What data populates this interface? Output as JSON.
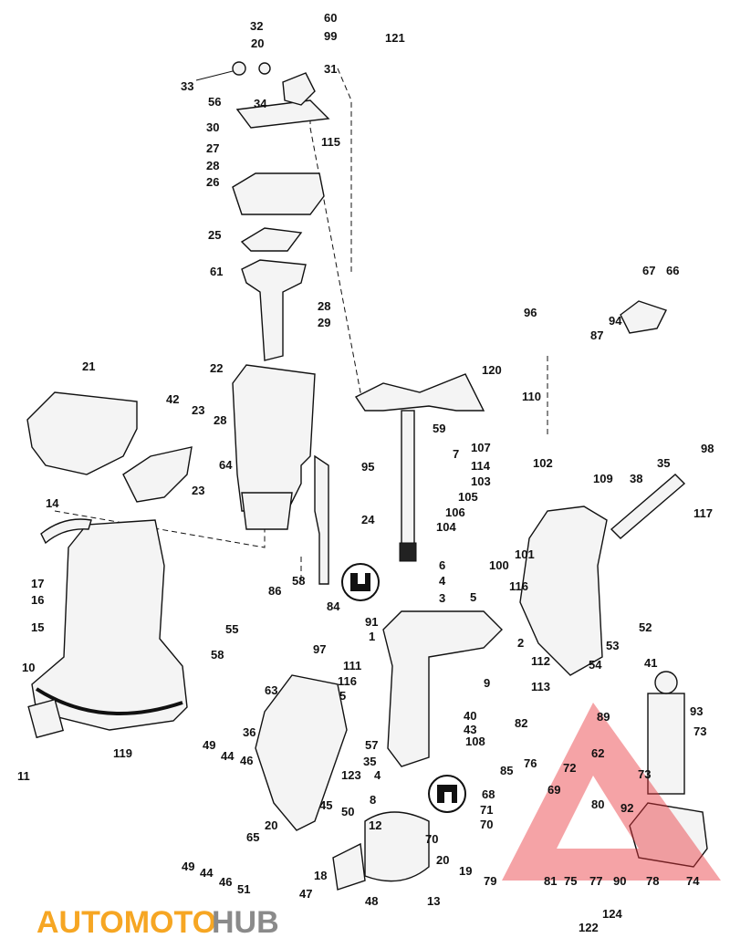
{
  "diagram": {
    "type": "exploded parts diagram",
    "part_numbers": [
      "32",
      "20",
      "60",
      "99",
      "121",
      "33",
      "56",
      "34",
      "31",
      "30",
      "115",
      "27",
      "28",
      "26",
      "25",
      "61",
      "28",
      "29",
      "21",
      "22",
      "42",
      "23",
      "28",
      "64",
      "23",
      "14",
      "95",
      "24",
      "59",
      "7",
      "96",
      "120",
      "67",
      "66",
      "94",
      "87",
      "110",
      "107",
      "114",
      "102",
      "103",
      "105",
      "106",
      "104",
      "100",
      "101",
      "109",
      "38",
      "98",
      "35",
      "117",
      "6",
      "4",
      "3",
      "5",
      "116",
      "52",
      "53",
      "54",
      "2",
      "9",
      "112",
      "113",
      "41",
      "93",
      "73",
      "17",
      "16",
      "15",
      "10",
      "11",
      "119",
      "86",
      "58",
      "84",
      "91",
      "55",
      "97",
      "111",
      "1",
      "58",
      "63",
      "116",
      "5",
      "57",
      "40",
      "43",
      "36",
      "35",
      "123",
      "49",
      "44",
      "46",
      "45",
      "50",
      "20",
      "65",
      "4",
      "8",
      "108",
      "82",
      "68",
      "85",
      "76",
      "72",
      "69",
      "62",
      "80",
      "71",
      "70",
      "73",
      "92",
      "89",
      "12",
      "70",
      "20",
      "19",
      "79",
      "81",
      "75",
      "77",
      "90",
      "78",
      "74",
      "49",
      "44",
      "46",
      "51",
      "18",
      "47",
      "48",
      "13",
      "124",
      "122"
    ],
    "symbols": [
      "grease-symbol-icon",
      "sealer-symbol-icon"
    ]
  },
  "watermark": {
    "text_a": "AUTOMOTO",
    "text_b": "HUB",
    "color_red": "#e8333a",
    "color_orange": "#f6a623",
    "color_gray": "#8a8a8a"
  }
}
